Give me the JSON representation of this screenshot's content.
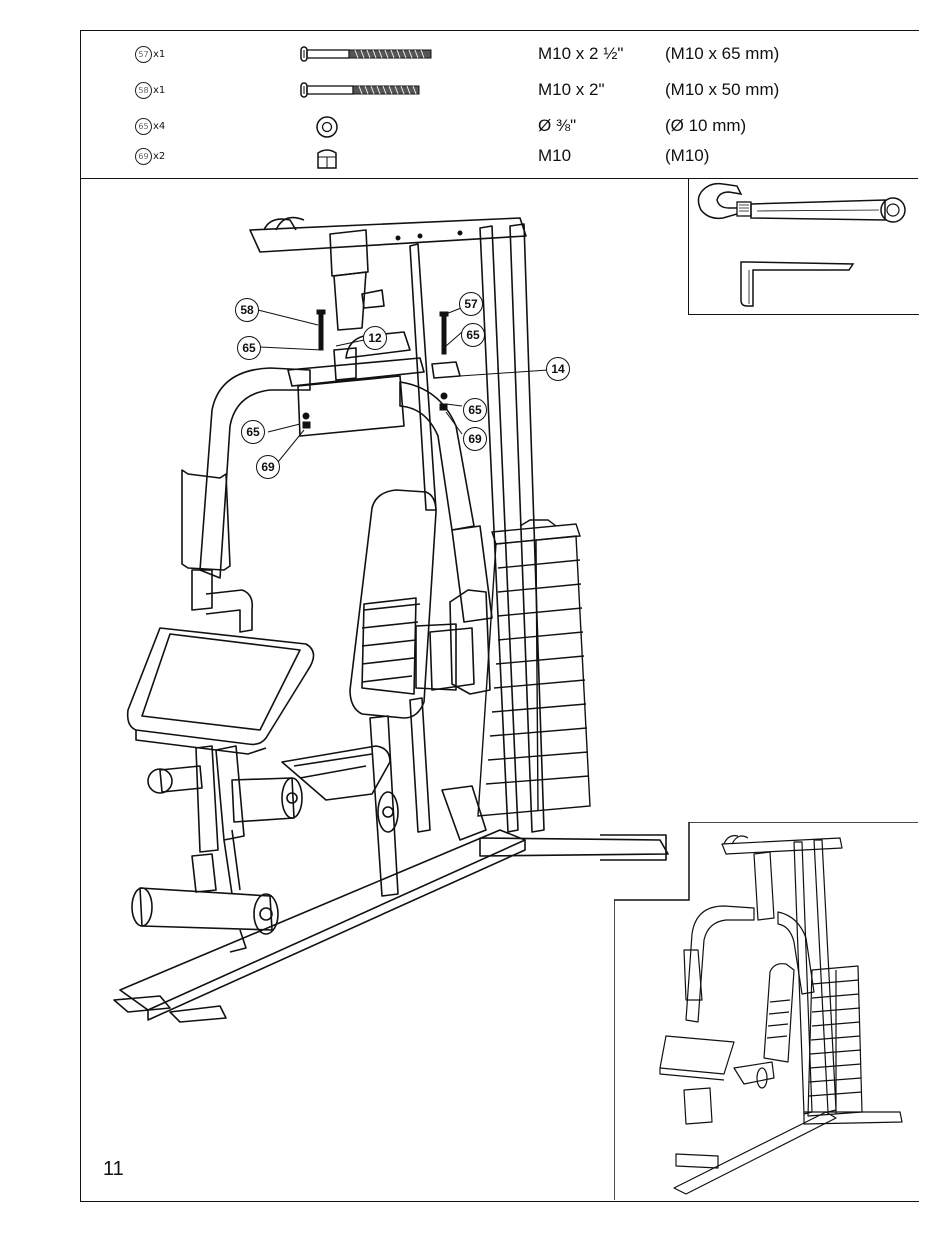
{
  "hardware": [
    {
      "part": "57",
      "qty": "x1",
      "imperial": "M10 x 2 ½\"",
      "metric": "(M10 x 65 mm)",
      "icon": "long-bolt-icon"
    },
    {
      "part": "58",
      "qty": "x1",
      "imperial": "M10 x 2\"",
      "metric": "(M10 x 50 mm)",
      "icon": "bolt-icon"
    },
    {
      "part": "65",
      "qty": "x4",
      "imperial": "Ø ⅜\"",
      "metric": "(Ø 10 mm)",
      "icon": "washer-icon"
    },
    {
      "part": "69",
      "qty": "x2",
      "imperial": "M10",
      "metric": "(M10)",
      "icon": "nut-icon"
    }
  ],
  "callouts": {
    "c58": "58",
    "c57": "57",
    "c12": "12",
    "c65a": "65",
    "c65b": "65",
    "c14": "14",
    "c65c": "65",
    "c65d": "65",
    "c69a": "69",
    "c69b": "69"
  },
  "tools": [
    "adjustable-wrench-icon",
    "allen-key-icon"
  ],
  "page_number": "11"
}
